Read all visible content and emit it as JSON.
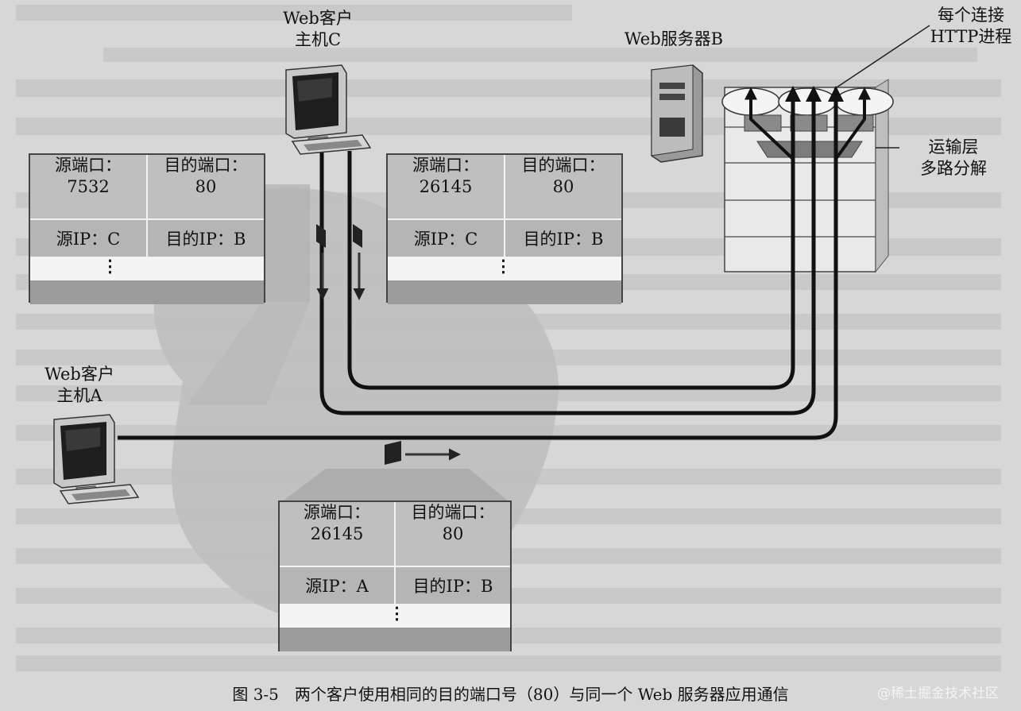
{
  "labels": {
    "host_c": "Web客户\n主机C",
    "host_a": "Web客户\n主机A",
    "server_b": "Web服务器B",
    "http_process": "每个连接\nHTTP进程",
    "transport": "运输层\n多路分解"
  },
  "segments": [
    {
      "src_port_label": "源端口：",
      "src_port": "7532",
      "dst_port_label": "目的端口：",
      "dst_port": "80",
      "src_ip": "源IP：C",
      "dst_ip": "目的IP：B",
      "more": "⋮"
    },
    {
      "src_port_label": "源端口：",
      "src_port": "26145",
      "dst_port_label": "目的端口：",
      "dst_port": "80",
      "src_ip": "源IP：C",
      "dst_ip": "目的IP：B",
      "more": "⋮"
    },
    {
      "src_port_label": "源端口：",
      "src_port": "26145",
      "dst_port_label": "目的端口：",
      "dst_port": "80",
      "src_ip": "源IP：A",
      "dst_ip": "目的IP：B",
      "more": "⋮"
    }
  ],
  "caption": "图 3-5　两个客户使用相同的目的端口号（80）与同一个 Web 服务器应用通信",
  "watermark": "@稀土掘金技术社区",
  "icons": [
    "computer-icon",
    "server-tower-icon",
    "packet-icon"
  ]
}
